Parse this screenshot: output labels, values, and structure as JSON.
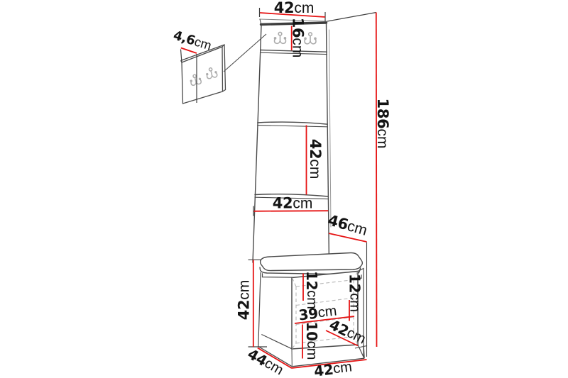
{
  "diagram": "hallway-furniture-dimension-drawing",
  "colors": {
    "dimension_line": "#e61414",
    "outline": "#4a4a4a",
    "dashed_hidden_line": "#b8b8b8",
    "text": "#141414",
    "hook": "#adadad",
    "background": "#ffffff"
  },
  "dimensions": {
    "top_width": {
      "num": "42",
      "unit": "cm"
    },
    "header_height": {
      "num": "16",
      "unit": "cm"
    },
    "panel_thickness": {
      "num": "4,6",
      "unit": "cm"
    },
    "total_height": {
      "num": "186",
      "unit": "cm"
    },
    "panel_section_height": {
      "num": "42",
      "unit": "cm"
    },
    "panel_width": {
      "num": "42",
      "unit": "cm"
    },
    "seat_depth": {
      "num": "46",
      "unit": "cm"
    },
    "bench_height": {
      "num": "42",
      "unit": "cm"
    },
    "shelf_left_offset": {
      "num": "12",
      "unit": "cm"
    },
    "shelf_right_offset": {
      "num": "12",
      "unit": "cm"
    },
    "inner_width": {
      "num": "39",
      "unit": "cm"
    },
    "plinth_height": {
      "num": "10",
      "unit": "cm"
    },
    "seat_width": {
      "num": "42",
      "unit": "cm"
    },
    "bench_depth": {
      "num": "44",
      "unit": "cm"
    },
    "bottom_width": {
      "num": "42",
      "unit": "cm"
    }
  }
}
